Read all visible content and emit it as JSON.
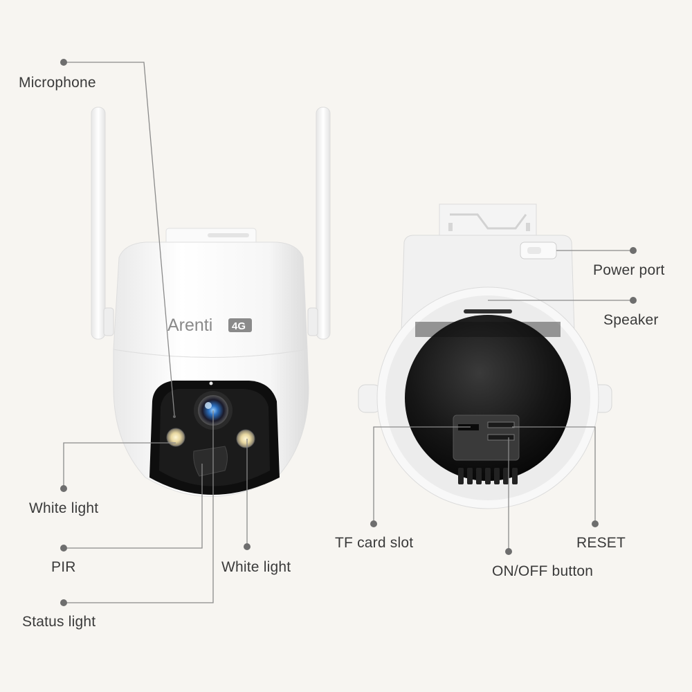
{
  "brand": {
    "name": "Arenti",
    "badge": "4G"
  },
  "colors": {
    "background": "#f7f5f1",
    "leader_line": "#8a8a8a",
    "label_text": "#3a3a3a",
    "camera_body": "#ffffff",
    "camera_face": "#111111"
  },
  "callouts": {
    "microphone": "Microphone",
    "white_light_left": "White light",
    "pir": "PIR",
    "white_light_right": "White light",
    "status_light": "Status light",
    "power_port": "Power port",
    "speaker": "Speaker",
    "tf_card_slot": "TF card slot",
    "reset": "RESET",
    "on_off_button": "ON/OFF button"
  }
}
